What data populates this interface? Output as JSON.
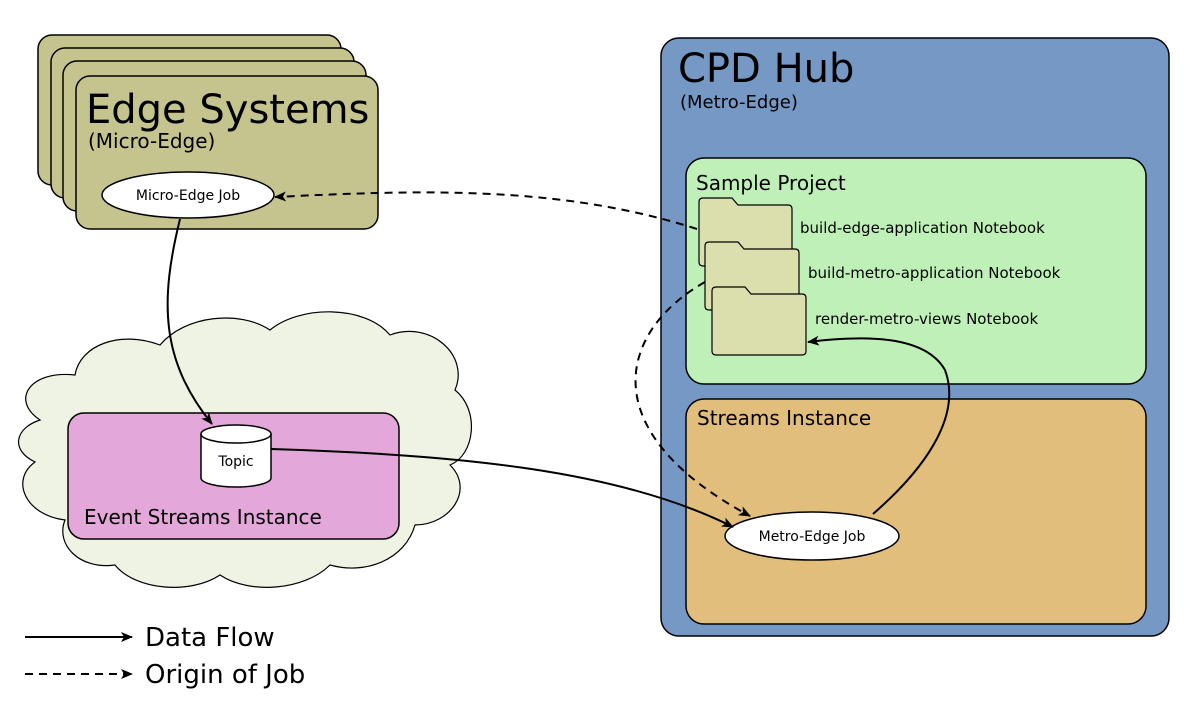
{
  "edge_systems": {
    "title": "Edge Systems",
    "subtitle": "(Micro-Edge)",
    "job": "Micro-Edge Job"
  },
  "event_streams": {
    "label": "Event Streams Instance",
    "topic": "Topic"
  },
  "cpd_hub": {
    "title": "CPD Hub",
    "subtitle": "(Metro-Edge)"
  },
  "sample_project": {
    "label": "Sample Project",
    "notebooks": [
      "build-edge-application Notebook",
      "build-metro-application Notebook",
      "render-metro-views Notebook"
    ]
  },
  "streams_instance": {
    "label": "Streams Instance",
    "job": "Metro-Edge Job"
  },
  "legend": {
    "data_flow": "Data Flow",
    "origin_of_job": "Origin of Job"
  },
  "colors": {
    "edge_fill": "#c5c48f",
    "cloud_fill": "#eff3e3",
    "event_streams_fill": "#e3a8d9",
    "hub_fill": "#7598c4",
    "project_fill": "#bff0b8",
    "streams_fill": "#e2be7c",
    "folder_fill": "#dbdfae"
  }
}
